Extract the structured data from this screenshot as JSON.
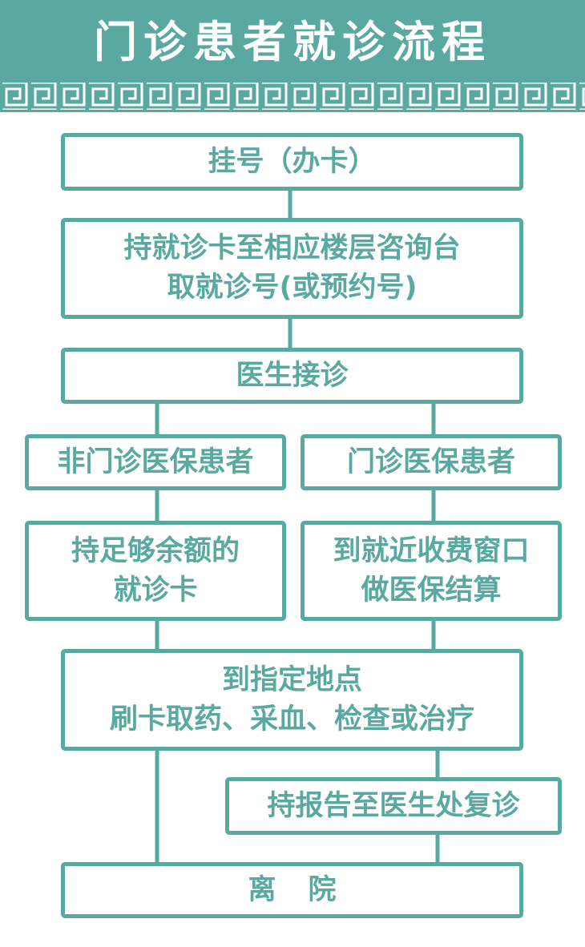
{
  "title": "门诊患者就诊流程",
  "colors": {
    "teal": "#5aa9a1",
    "background": "#ffffff"
  },
  "steps": {
    "register": "挂号（办卡）",
    "consult_desk": {
      "line1": "持就诊卡至相应楼层咨询台",
      "line2": "取就诊号(或预约号)"
    },
    "doctor": "医生接诊",
    "non_insured": "非门诊医保患者",
    "insured": "门诊医保患者",
    "sufficient_card": {
      "line1": "持足够余额的",
      "line2": "就诊卡"
    },
    "settlement": {
      "line1": "到就近收费窗口",
      "line2": "做医保结算"
    },
    "designated": {
      "line1": "到指定地点",
      "line2": "刷卡取药、采血、检查或治疗"
    },
    "revisit": "持报告至医生处复诊",
    "leave": "离院"
  }
}
